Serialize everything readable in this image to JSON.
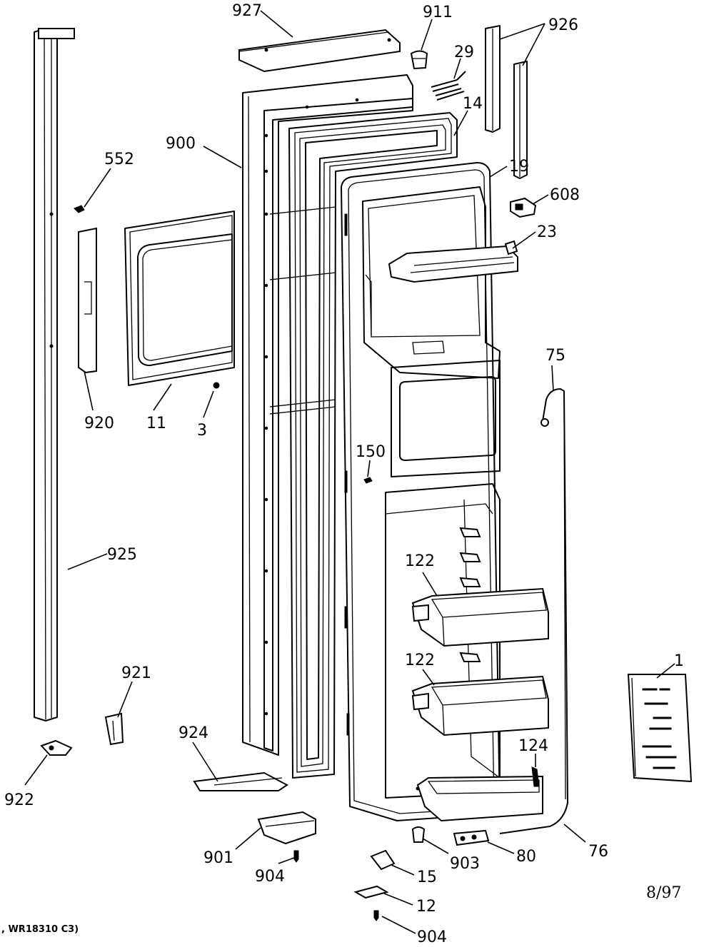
{
  "callouts": {
    "c927": "927",
    "c911": "911",
    "c29": "29",
    "c926": "926",
    "c14": "14",
    "c900": "900",
    "c19": "19",
    "c552": "552",
    "c608": "608",
    "c23": "23",
    "c920": "920",
    "c11": "11",
    "c3": "3",
    "c75": "75",
    "c150": "150",
    "c925": "925",
    "c122a": "122",
    "c122b": "122",
    "c1": "1",
    "c921": "921",
    "c924": "924",
    "c124": "124",
    "c922": "922",
    "c901": "901",
    "c904a": "904",
    "c903": "903",
    "c80": "80",
    "c76": "76",
    "c15": "15",
    "c12": "12",
    "c904b": "904"
  },
  "footer": {
    "model_note": ", WR18310 C3)",
    "date": "8/97"
  }
}
